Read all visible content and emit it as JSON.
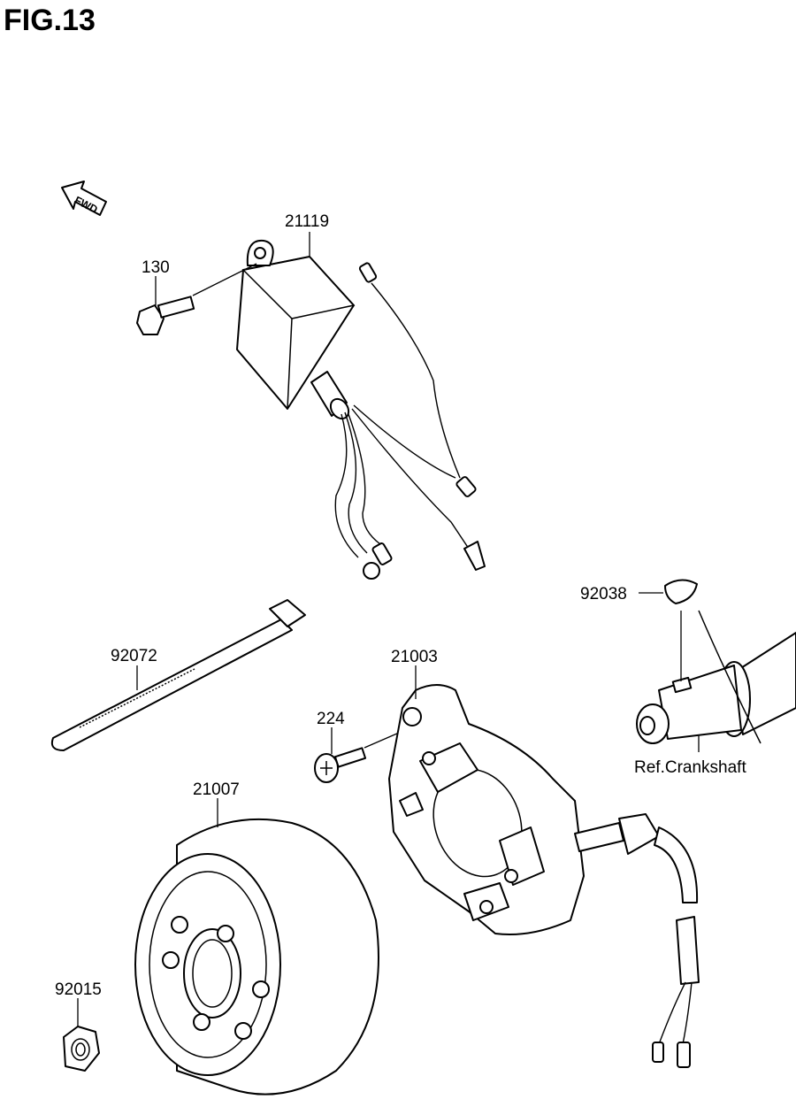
{
  "figure": {
    "title": "FIG.13"
  },
  "orientation": {
    "label": "FWD"
  },
  "parts": {
    "cdi_unit": "21119",
    "bolt_cdi": "130",
    "cable_tie": "92072",
    "stator": "21003",
    "screw_stator": "224",
    "flywheel": "21007",
    "nut_flywheel": "92015",
    "woodruff_key": "92038"
  },
  "reference": {
    "crankshaft": "Ref.Crankshaft"
  }
}
